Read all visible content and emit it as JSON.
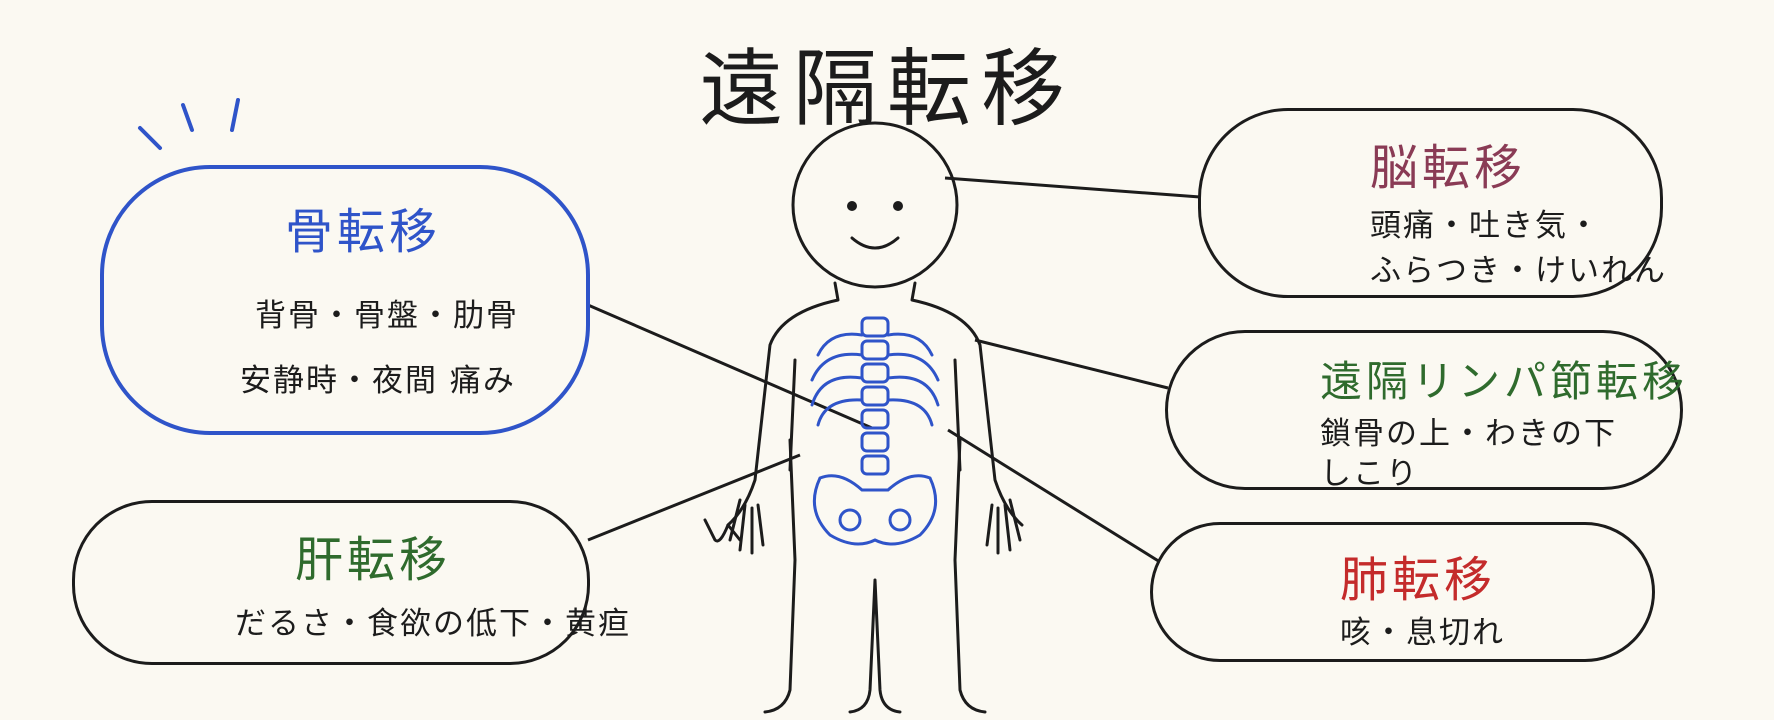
{
  "title": "遠隔転移",
  "colors": {
    "ink": "#1c1c1c",
    "bone": "#2f54c9",
    "brain": "#8a3b55",
    "lymph": "#2f6b2d",
    "liver": "#2f6b2d",
    "lung": "#c42b2b",
    "skeleton": "#2f54c9",
    "background": "#fbf9f2"
  },
  "bone": {
    "heading": "骨転移",
    "line1": "背骨・骨盤・肋骨",
    "line2": "安静時・夜間 痛み",
    "icon": "bone-icon"
  },
  "brain": {
    "heading": "脳転移",
    "line1": "頭痛・吐き気・",
    "line2": "ふらつき・けいれん",
    "icon": "head-brain-icon"
  },
  "lymph": {
    "heading": "遠隔リンパ節転移",
    "line1": "鎖骨の上・わきの下",
    "line2": "しこり",
    "icon": "lymph-node-icon"
  },
  "liver": {
    "heading": "肝転移",
    "line1": "だるさ・食欲の低下・黄疸",
    "icon": "liver-icon"
  },
  "lung": {
    "heading": "肺転移",
    "line1": "咳・息切れ",
    "icon": "lungs-icon"
  }
}
